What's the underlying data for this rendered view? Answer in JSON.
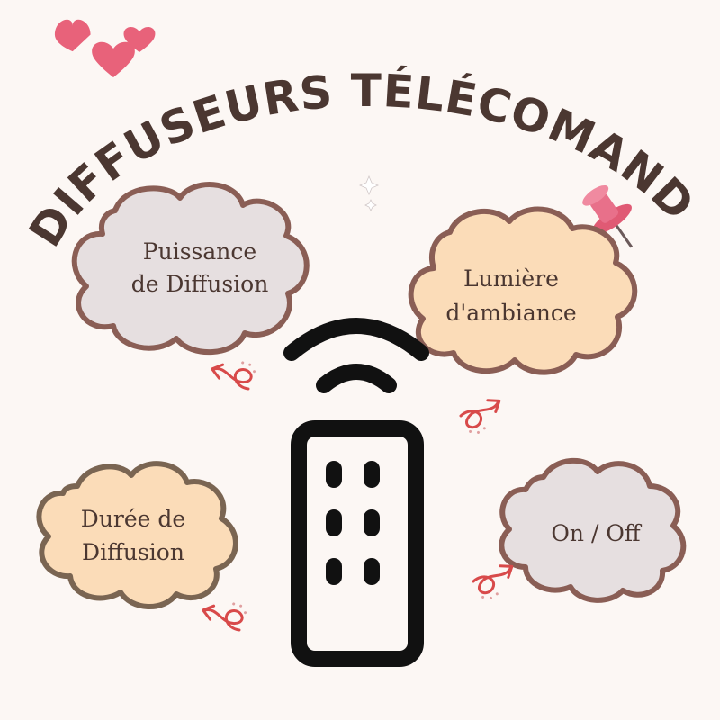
{
  "title": "DIFFUSEURS TÉLÉCOMANDE",
  "colors": {
    "background": "#fcf7f4",
    "text": "#4b3731",
    "heart": "#e8627a",
    "cloud_outline": "#8a5e55",
    "cloud_outline_dark": "#7a6552",
    "cloud_grey": "#e6dfe0",
    "cloud_peach": "#fbdcb8",
    "arrow": "#d84a4a",
    "remote": "#111111"
  },
  "clouds": {
    "puissance": {
      "line1": "Puissance",
      "line2": "de Diffusion"
    },
    "lumiere": {
      "line1": "Lumière",
      "line2": "d'ambiance"
    },
    "duree": {
      "line1": "Durée de",
      "line2": "Diffusion"
    },
    "onoff": {
      "line1": "On / Off"
    }
  },
  "icons": [
    "heart-icon",
    "heart-icon",
    "pushpin-icon",
    "sparkle-icon",
    "wifi-signal-icon",
    "remote-control-icon",
    "curly-arrow-icon"
  ]
}
